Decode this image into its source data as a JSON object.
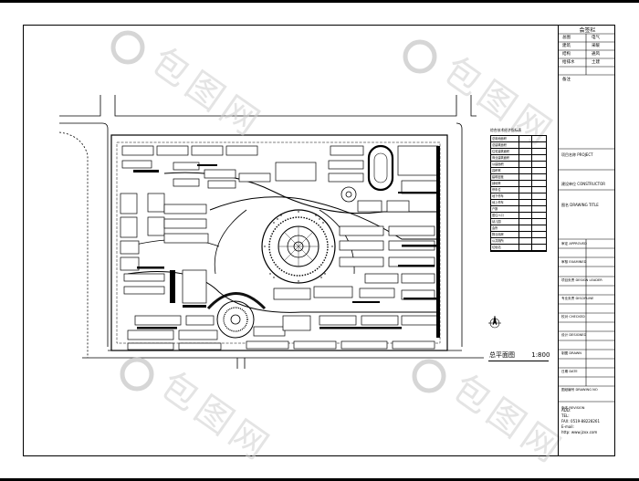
{
  "drawing": {
    "plan_title": "总平面图",
    "scale": "1:800"
  },
  "titleblock": {
    "header": "会签栏",
    "signoff": [
      {
        "left": "总图",
        "right": "电气"
      },
      {
        "left": "建筑",
        "right": "采暖"
      },
      {
        "left": "结构",
        "right": "通风"
      },
      {
        "left": "给排水",
        "right": "土建"
      }
    ],
    "remarks_label": "备注",
    "project_name_label": "项目名称 PROJECT",
    "client_label": "建设单位 CONSTRUCTOR",
    "drawing_name_label": "图名 DRAWING TITLE",
    "sign_rows": [
      "审定 APPROVED",
      "审核 EXAMINED",
      "项目负责 DESIGN LEADER",
      "专业负责 DISCIPLINE",
      "校对 CHECKED",
      "设计 DESIGNED",
      "制图 DRAWN",
      "日期 DATE",
      "图纸编号 DRAWING NO",
      "版本 REVISION"
    ],
    "contact": {
      "add": "ADD:",
      "tel": "TEL:",
      "fax": "FAX: 0519-88228261",
      "email": "E-mail:",
      "web": "http: www.jzxx.com"
    }
  },
  "legend": {
    "caption": "综合技术经济指标表",
    "rows": [
      "总用地面积",
      "总建筑面积",
      "住宅建筑面积",
      "商业建筑面积",
      "公建面积",
      "容积率",
      "建筑密度",
      "绿地率",
      "停车位",
      "地下停车",
      "地上停车",
      "户数",
      "居住人口",
      "幼儿园",
      "会所",
      "物业用房",
      "公共厕所",
      "垃圾站"
    ]
  },
  "watermark": {
    "text": "包图网",
    "color": "#c8c8c8"
  }
}
